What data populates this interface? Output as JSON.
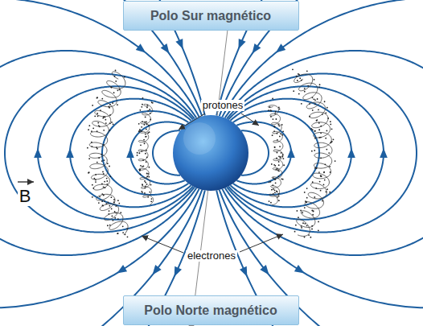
{
  "diagram": {
    "nodes": [
      {
        "text": [
          "Polo Sur magnético"
        ]
      },
      {
        "text": [
          "Polo Norte magnético"
        ]
      }
    ],
    "labels": [
      "B",
      "protones",
      "electrones"
    ]
  }
}
